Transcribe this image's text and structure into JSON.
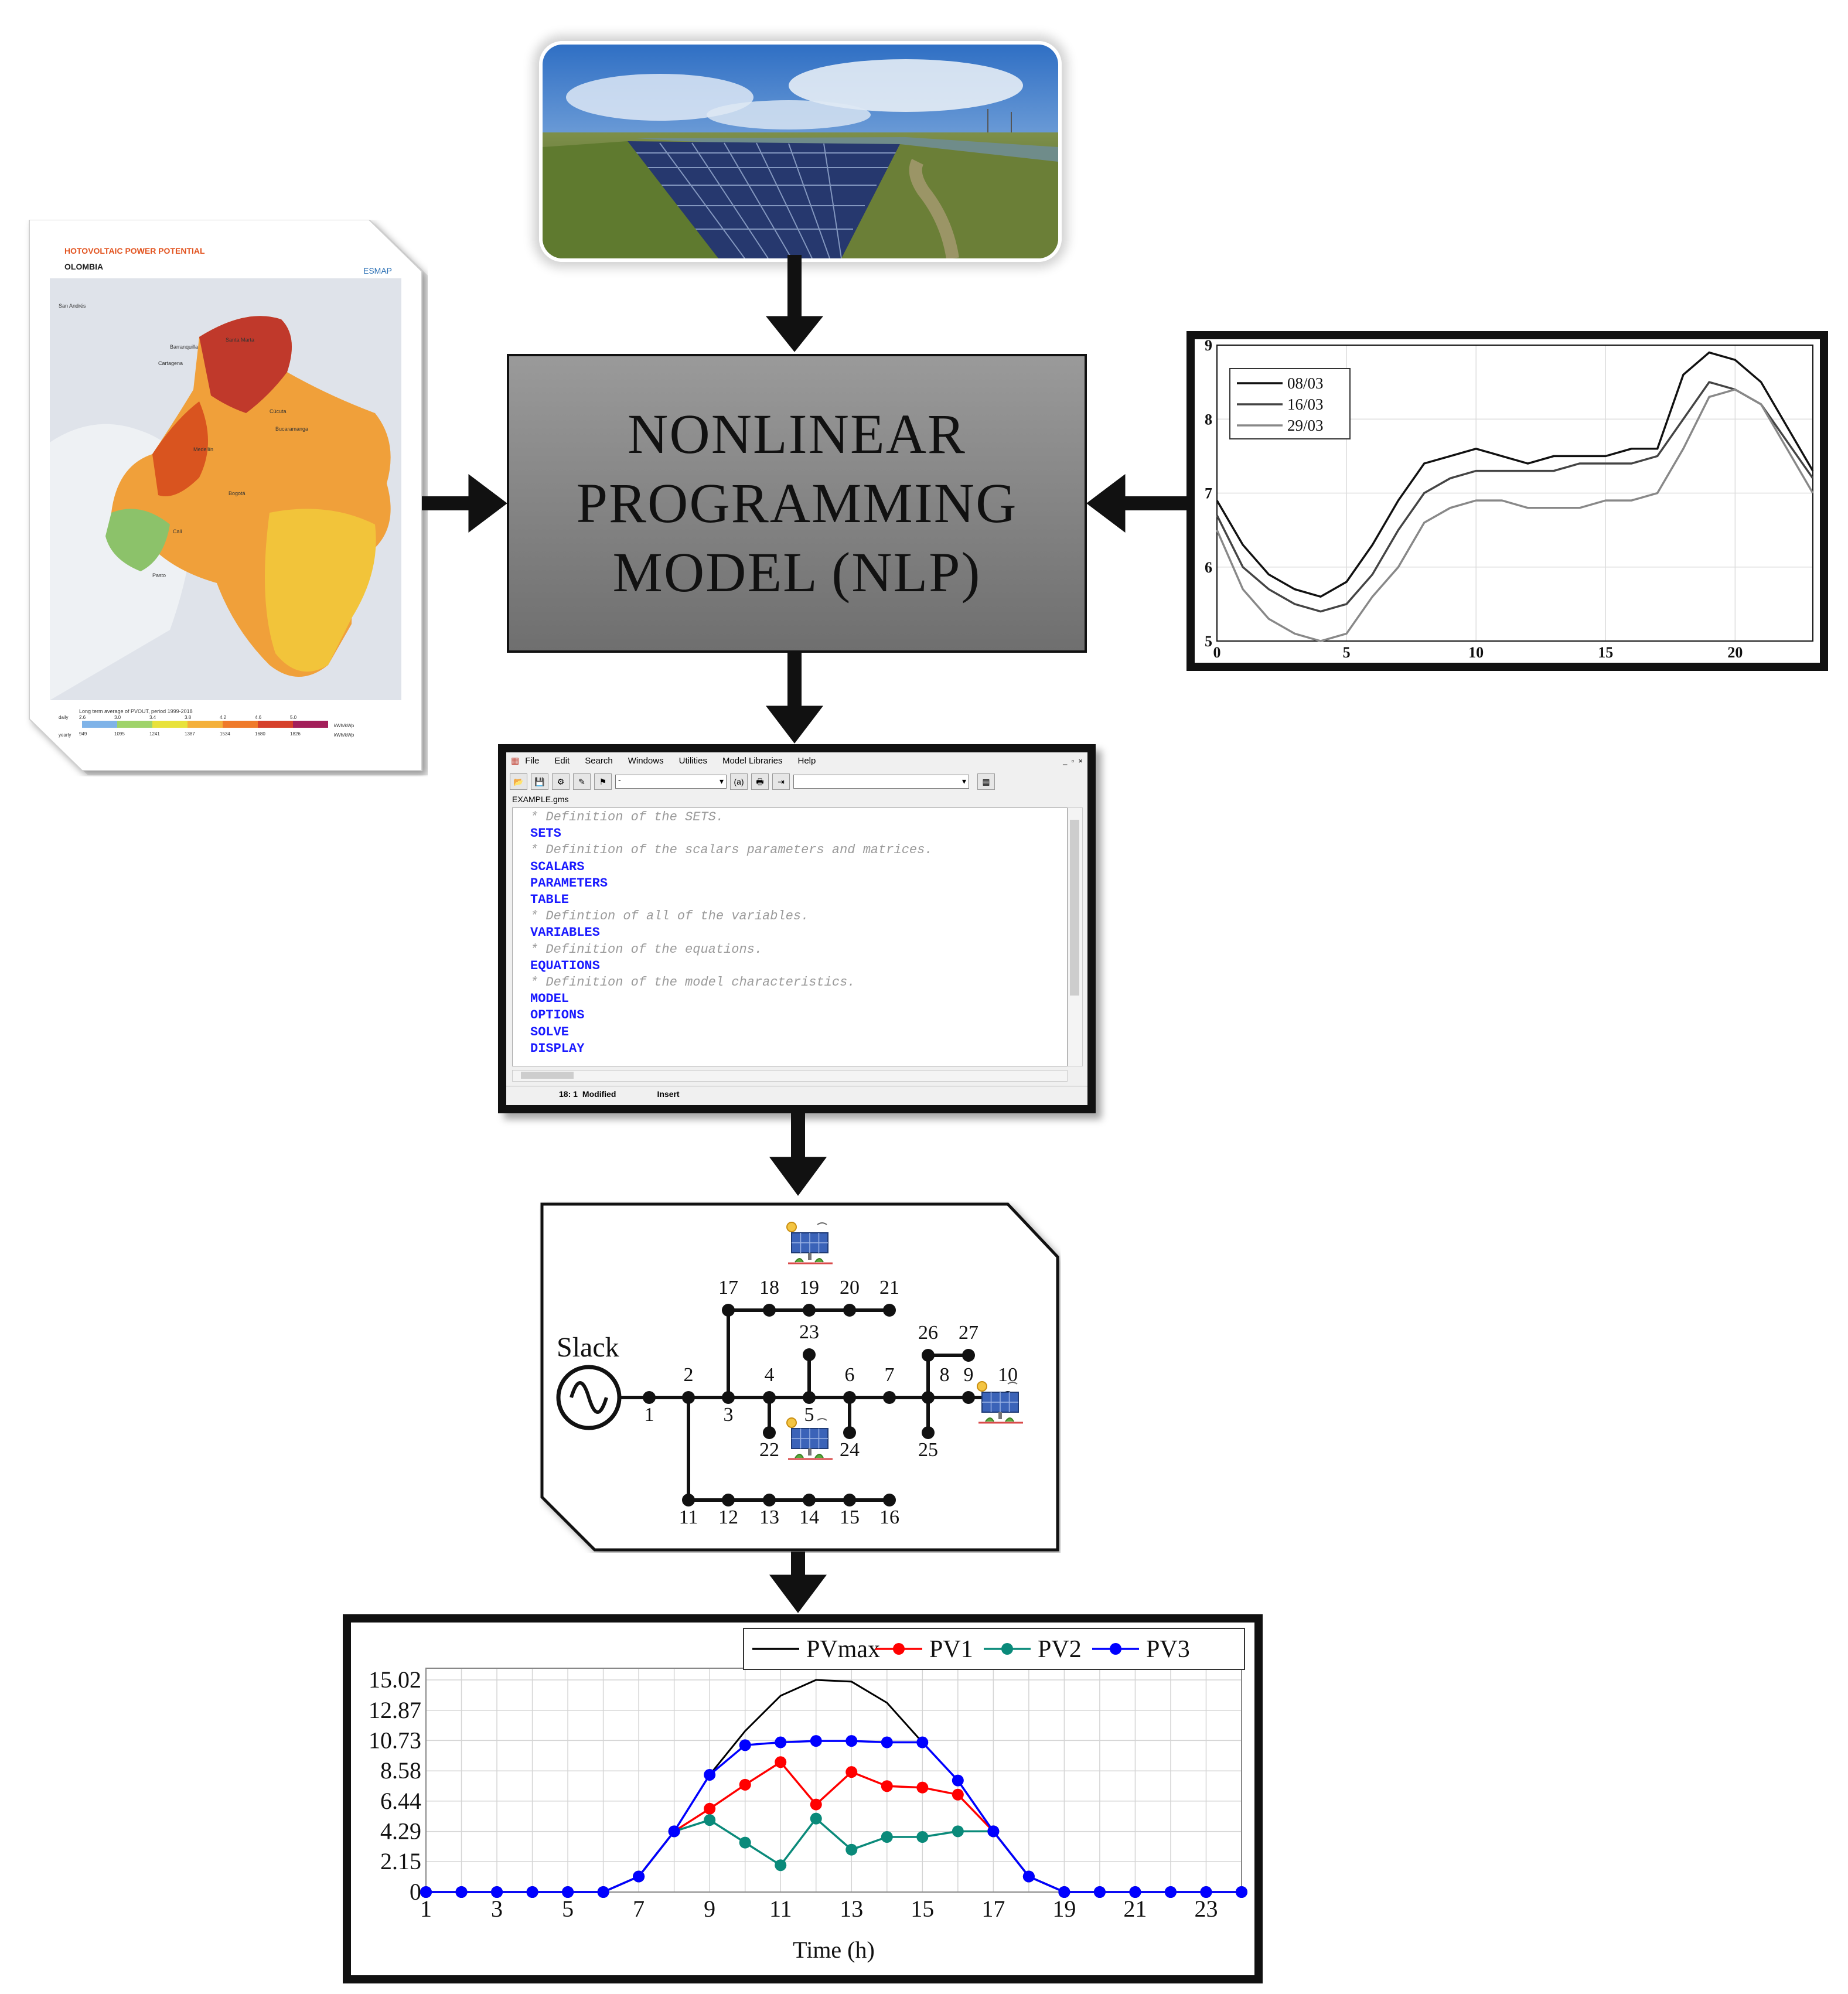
{
  "central": {
    "title": "NONLINEAR\nPROGRAMMING\nMODEL (NLP)"
  },
  "photo": {
    "description_icon": "solar-farm-photo"
  },
  "map_document": {
    "heading": "HOTOVOLTAIC POWER POTENTIAL",
    "country": "OLOMBIA",
    "brand": "ESMAP",
    "cities": [
      "San Andrés",
      "Barranquilla",
      "Santa Marta",
      "Cartagena",
      "Cúcuta",
      "Bucaramanga",
      "Medellín",
      "Bogotá",
      "Cali",
      "Pasto"
    ],
    "legend_title": "Long term average of PVOUT, period 1999-2018",
    "legend_daily_label": "kWh/kWp",
    "legend_daily": [
      "2.6",
      "3.0",
      "3.4",
      "3.8",
      "4.2",
      "4.6",
      "5.0"
    ],
    "legend_yearly_label": "kWh/kWp",
    "legend_yearly": [
      "949",
      "1095",
      "1241",
      "1387",
      "1534",
      "1680",
      "1826"
    ],
    "legend_units": [
      "daily",
      "yearly"
    ]
  },
  "irradiance_chart": {
    "chart_data": {
      "type": "line",
      "xlim": [
        0,
        23
      ],
      "ylim": [
        5,
        9
      ],
      "xticks": [
        "0",
        "5",
        "10",
        "15",
        "20"
      ],
      "yticks": [
        "5",
        "6",
        "7",
        "8",
        "9"
      ],
      "grid": true,
      "legend_position": "top-left",
      "x": [
        0,
        1,
        2,
        3,
        4,
        5,
        6,
        7,
        8,
        9,
        10,
        11,
        12,
        13,
        14,
        15,
        16,
        17,
        18,
        19,
        20,
        21,
        22,
        23
      ],
      "series": [
        {
          "name": "08/03",
          "color": "#111111",
          "values": [
            6.9,
            6.3,
            5.9,
            5.7,
            5.6,
            5.8,
            6.3,
            6.9,
            7.4,
            7.5,
            7.6,
            7.5,
            7.4,
            7.5,
            7.5,
            7.5,
            7.6,
            7.6,
            8.6,
            8.9,
            8.8,
            8.5,
            7.9,
            7.3
          ]
        },
        {
          "name": "16/03",
          "color": "#444444",
          "values": [
            6.7,
            6.0,
            5.7,
            5.5,
            5.4,
            5.5,
            5.9,
            6.5,
            7.0,
            7.2,
            7.3,
            7.3,
            7.3,
            7.3,
            7.4,
            7.4,
            7.4,
            7.5,
            8.0,
            8.5,
            8.4,
            8.2,
            7.7,
            7.2
          ]
        },
        {
          "name": "29/03",
          "color": "#888888",
          "values": [
            6.5,
            5.7,
            5.3,
            5.1,
            5.0,
            5.1,
            5.6,
            6.0,
            6.6,
            6.8,
            6.9,
            6.9,
            6.8,
            6.8,
            6.8,
            6.9,
            6.9,
            7.0,
            7.6,
            8.3,
            8.4,
            8.2,
            7.6,
            7.0
          ]
        }
      ]
    }
  },
  "gams": {
    "menu": [
      "File",
      "Edit",
      "Search",
      "Windows",
      "Utilities",
      "Model Libraries",
      "Help"
    ],
    "combo1": "-",
    "combo2": "",
    "filename": "EXAMPLE.gms",
    "lines": [
      {
        "kind": "cmt",
        "text": "* Definition of the SETS."
      },
      {
        "kind": "kw",
        "text": "SETS"
      },
      {
        "kind": "cmt",
        "text": "* Definition of the scalars parameters and matrices."
      },
      {
        "kind": "kw",
        "text": "SCALARS"
      },
      {
        "kind": "kw",
        "text": "PARAMETERS"
      },
      {
        "kind": "kw",
        "text": "TABLE"
      },
      {
        "kind": "cmt",
        "text": "* Defintion of all of the variables."
      },
      {
        "kind": "kw",
        "text": "VARIABLES"
      },
      {
        "kind": "cmt",
        "text": "* Definition of the equations."
      },
      {
        "kind": "kw",
        "text": "EQUATIONS"
      },
      {
        "kind": "cmt",
        "text": "* Definition of the model characteristics."
      },
      {
        "kind": "kw",
        "text": "MODEL"
      },
      {
        "kind": "kw",
        "text": "OPTIONS"
      },
      {
        "kind": "kw",
        "text": "SOLVE"
      },
      {
        "kind": "kw",
        "text": "DISPLAY"
      }
    ],
    "status_pos": "18: 1",
    "status_state": "Modified",
    "status_mode": "Insert"
  },
  "network": {
    "slack_label": "Slack",
    "nodes": [
      "1",
      "2",
      "3",
      "4",
      "5",
      "6",
      "7",
      "8",
      "9",
      "10",
      "11",
      "12",
      "13",
      "14",
      "15",
      "16",
      "17",
      "18",
      "19",
      "20",
      "21",
      "22",
      "23",
      "24",
      "25",
      "26",
      "27"
    ]
  },
  "pv_chart": {
    "chart_data": {
      "type": "line",
      "xlabel": "Time (h)",
      "ylabel": "",
      "xlim": [
        1,
        24
      ],
      "ylim": [
        0,
        15.02
      ],
      "xticks": [
        "1",
        "3",
        "5",
        "7",
        "9",
        "11",
        "13",
        "15",
        "17",
        "19",
        "21",
        "23"
      ],
      "yticks": [
        "0",
        "2.15",
        "4.29",
        "6.44",
        "8.58",
        "10.73",
        "12.87",
        "15.02"
      ],
      "grid": true,
      "legend_position": "top-right",
      "x": [
        1,
        2,
        3,
        4,
        5,
        6,
        7,
        8,
        9,
        10,
        11,
        12,
        13,
        14,
        15,
        16,
        17,
        18,
        19,
        20,
        21,
        22,
        23,
        24
      ],
      "series": [
        {
          "name": "PVmax",
          "color": "#000000",
          "marker": false,
          "values": [
            0,
            0,
            0,
            0,
            0,
            0,
            1.1,
            4.3,
            8.3,
            11.4,
            13.9,
            15.02,
            14.9,
            13.4,
            10.6,
            7.9,
            4.3,
            1.1,
            0,
            0,
            0,
            0,
            0,
            0
          ]
        },
        {
          "name": "PV1",
          "color": "#ff0000",
          "marker": true,
          "values": [
            0,
            0,
            0,
            0,
            0,
            0,
            1.1,
            4.3,
            5.9,
            7.6,
            9.2,
            6.2,
            8.5,
            7.5,
            7.4,
            6.9,
            4.3,
            1.1,
            0,
            0,
            0,
            0,
            0,
            0
          ]
        },
        {
          "name": "PV2",
          "color": "#0a8a7a",
          "marker": true,
          "values": [
            0,
            0,
            0,
            0,
            0,
            0,
            1.1,
            4.3,
            5.1,
            3.5,
            1.9,
            5.2,
            3.0,
            3.9,
            3.9,
            4.3,
            4.3,
            1.1,
            0,
            0,
            0,
            0,
            0,
            0
          ]
        },
        {
          "name": "PV3",
          "color": "#0000ff",
          "marker": true,
          "values": [
            0,
            0,
            0,
            0,
            0,
            0,
            1.1,
            4.3,
            8.3,
            10.4,
            10.6,
            10.7,
            10.7,
            10.6,
            10.6,
            7.9,
            4.3,
            1.1,
            0,
            0,
            0,
            0,
            0,
            0
          ]
        }
      ]
    }
  }
}
